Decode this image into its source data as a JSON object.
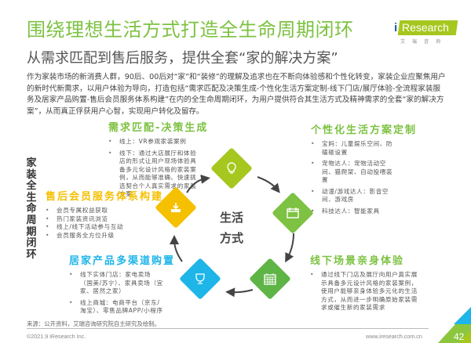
{
  "header": {
    "title": "围绕理想生活方式打造全生命周期闭环",
    "subtitle": "从需求匹配到售后服务，提供全套“家的解决方案”",
    "logo": {
      "i": "i",
      "brand": "Research",
      "cn": "艾瑞咨询"
    }
  },
  "intro": "作为家装市场的新消费人群，90后、00后对“家”和“装修”的理解及追求也在不断向体验感和个性化转变，家装企业应聚焦用户的新时代新需求，以用户体验为导向，打造包括“需求匹配及决策生成-个性化生活方案定制-线下门店/展厅体验-全流程家装服务及居家产品购置-售后会员服务体系构建”在内的全生命周期闭环，为用户提供符合其生活方式及精神需求的全套“家的解决方案”，从而真正俘获用户心智，实现用户转化及留存。",
  "side_label": "家装全生命周期闭环",
  "center": {
    "line1": "生活",
    "line2": "方式"
  },
  "sections": {
    "demand": {
      "title": "需求匹配-决策生成",
      "icon": "lightbulb-icon",
      "color": "#a6c71e",
      "items": [
        "线上：VR参观家装案例",
        "线下：通过大店展厅和体验店的形式让用户现场体验具备多元化设计风格的家装案例，从而能够准确、快速挑选契合个人真实需求的家装方案"
      ]
    },
    "custom": {
      "title": "个性化生活方案定制",
      "icon": "calendar-icon",
      "color": "#7dc242",
      "items": [
        "宝妈：儿童娱乐空间、防磕碰设置",
        "宠物达人：宠物活动空间、猫爬架、自动投喂装置",
        "动漫/游戏达人：影音空间、游戏房",
        "科技达人：智能家具"
      ]
    },
    "offline": {
      "title": "线下场景亲身体验",
      "icon": "calendar-grid-icon",
      "color": "#5fb446",
      "items": [
        "通过线下门店及展厅向用户真实展示具备多元设计风格的家装案例，使用户能够亲身体验多元化的生活方式，从而进一步明确原始家装需求或催生新的家装需求"
      ]
    },
    "purchase": {
      "title": "居家产品多渠道购置",
      "icon": "trophy-cup-icon",
      "color": "#1eb5e8",
      "items": [
        "线下实体门店：家电卖场（国美/苏宁）、家具卖场（宜家、居然之家）",
        "线上商城：电商平台（京东/淘宝）、零售品牌APP/小程序"
      ]
    },
    "member": {
      "title": "售后会员服务体系构建",
      "icon": "download-icon",
      "color": "#f5c000",
      "items": [
        "会员专属权益获取",
        "热门家装资讯浏览",
        "线上/线下活动参与互动",
        "会员服务全方位升级"
      ]
    }
  },
  "footer": {
    "source": "来源：公开资料，艾瑞咨询研究院自主研究及绘制。",
    "copyright": "©2021.9 iResearch Inc.",
    "website": "www.iresearch.com.cn",
    "page": "42"
  }
}
